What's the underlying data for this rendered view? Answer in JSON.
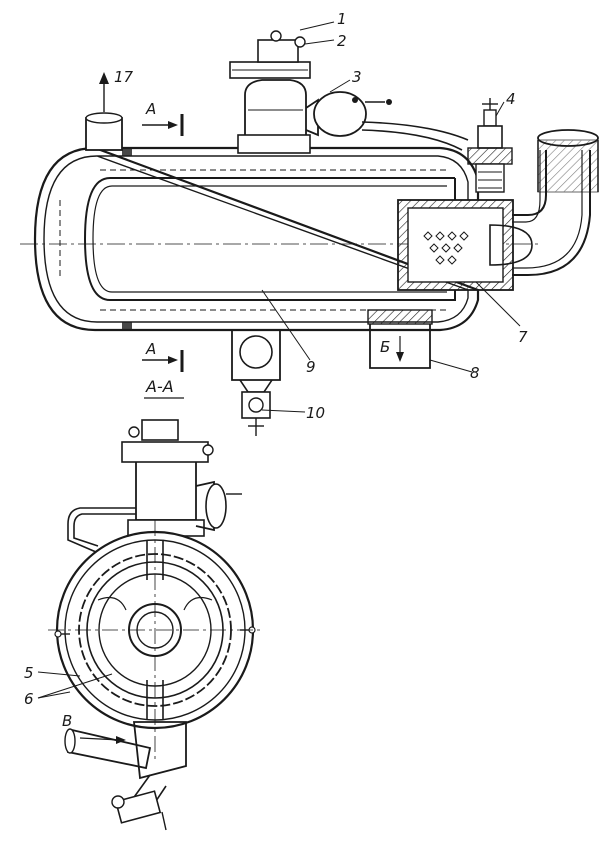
{
  "colors": {
    "ink": "#1a1a1a",
    "paper": "#ffffff"
  },
  "callouts": {
    "n1": "1",
    "n2": "2",
    "n3": "3",
    "n4": "4",
    "n5": "5",
    "n6": "6",
    "n7": "7",
    "n8": "8",
    "n9": "9",
    "n10": "10",
    "n17": "17"
  },
  "section": {
    "arrow_top": "А",
    "arrow_bottom": "А",
    "caption": "А-А"
  },
  "flows": {
    "outlet_b": "Б",
    "inlet_v": "В"
  }
}
